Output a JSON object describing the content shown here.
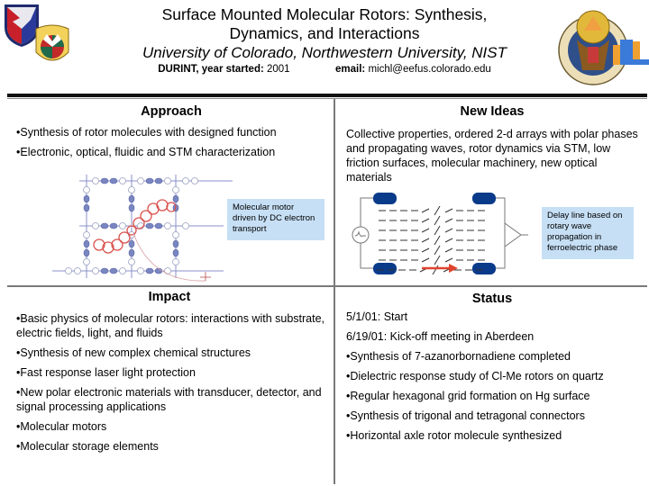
{
  "header": {
    "title_line1": "Surface Mounted Molecular Rotors:  Synthesis,",
    "title_line2": "Dynamics, and Interactions",
    "institutions": "University of Colorado, Northwestern University, NIST",
    "program_label": "DURINT, year started:",
    "year": "2001",
    "email_label": "email:",
    "email": "michl@eefus.colorado.edu",
    "logos": {
      "left_1": "army-materiel-command-shield",
      "left_2": "americas-arsenal-for-the-brave-crest",
      "right_1": "national-laboratory-seal",
      "right_2": "arl-logo"
    }
  },
  "approach": {
    "heading": "Approach",
    "items": [
      "•Synthesis of rotor molecules with designed function",
      "•Electronic, optical, fluidic and STM characterization"
    ],
    "figure_callout": "Molecular motor driven by DC electron transport",
    "colors": {
      "grid": "#7a86c0",
      "rotor": "#d9534f",
      "callout_bg": "#c6dff5"
    }
  },
  "new_ideas": {
    "heading": "New Ideas",
    "text": "Collective properties, ordered 2-d arrays with polar phases and propagating waves, rotor dynamics via STM, low friction surfaces, molecular machinery, new optical materials",
    "figure_callout": "Delay  line based on rotary wave propagation in ferroelectric phase",
    "colors": {
      "electrode": "#0a3a8a",
      "arrow": "#e0442e"
    }
  },
  "impact": {
    "heading": "Impact",
    "items": [
      "•Basic physics of molecular rotors: interactions with substrate, electric fields, light, and fluids",
      "•Synthesis of new complex chemical structures",
      "•Fast response laser light protection",
      "•New polar electronic materials with transducer, detector, and signal processing applications",
      "•Molecular motors",
      "•Molecular storage elements"
    ]
  },
  "status": {
    "heading": "Status",
    "items": [
      "5/1/01:  Start",
      "6/19/01:  Kick-off meeting in Aberdeen",
      "•Synthesis of 7-azanorbornadiene completed",
      "•Dielectric response study of Cl-Me rotors on quartz",
      "•Regular hexagonal grid formation on Hg surface",
      "•Synthesis of trigonal and tetragonal connectors",
      "•Horizontal axle rotor molecule synthesized"
    ]
  }
}
